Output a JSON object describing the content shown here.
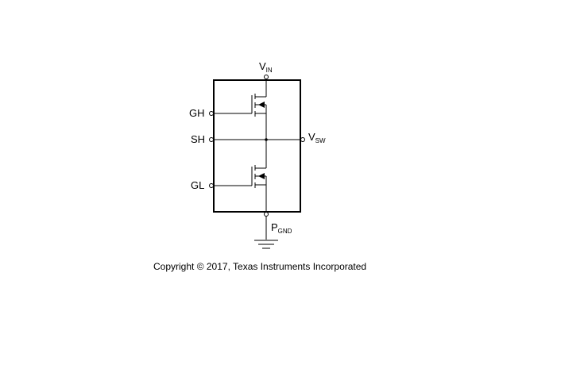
{
  "labels": {
    "vin_main": "V",
    "vin_sub": "IN",
    "vsw_main": "V",
    "vsw_sub": "SW",
    "pgnd_main": "P",
    "pgnd_sub": "GND",
    "gh": "GH",
    "sh": "SH",
    "gl": "GL"
  },
  "copyright": "Copyright © 2017, Texas Instruments Incorporated"
}
